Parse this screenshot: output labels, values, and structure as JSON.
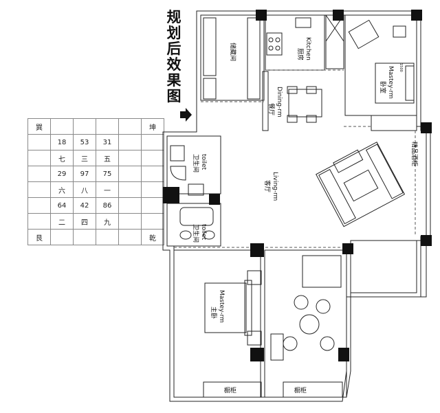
{
  "title": "规划后效果图",
  "grid": {
    "rows": [
      [
        "巽",
        "",
        "",
        "",
        "",
        "坤"
      ],
      [
        "",
        "18",
        "53",
        "31",
        "",
        ""
      ],
      [
        "",
        "七",
        "三",
        "五",
        "",
        ""
      ],
      [
        "",
        "29",
        "97",
        "75",
        "",
        ""
      ],
      [
        "",
        "六",
        "八",
        "一",
        "",
        ""
      ],
      [
        "",
        "64",
        "42",
        "86",
        "",
        ""
      ],
      [
        "",
        "二",
        "四",
        "九",
        "",
        ""
      ],
      [
        "艮",
        "",
        "",
        "",
        "",
        "乾"
      ]
    ]
  },
  "rooms": {
    "storage": "储藏间",
    "kitchen_en": "Kitchen",
    "kitchen_cn": "厨房",
    "dining_en": "Dining-rm",
    "dining_cn": "餐厅",
    "bedroom_ne_en": "Mastey-rm",
    "bedroom_ne_cn": "卧室",
    "wine_cabinet": "精品酒柜",
    "living_en": "Living-rm",
    "living_cn": "客厅",
    "toilet1_en": "toilet",
    "toilet1_cn": "卫生间",
    "toilet2_en": "toilet",
    "toilet2_cn": "卫生间",
    "master_en": "Mastey-rm",
    "master_cn": "主卧",
    "wardrobe_left": "橱柜",
    "wardrobe_right": "橱柜",
    "bed_dim": "1500"
  }
}
